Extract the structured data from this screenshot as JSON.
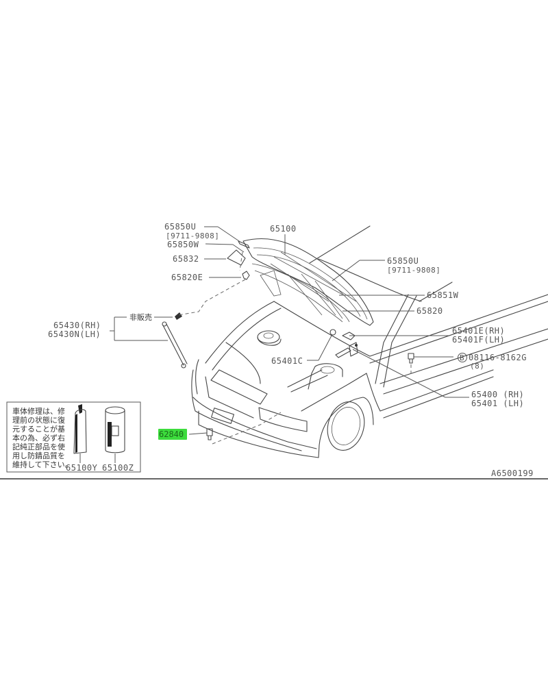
{
  "diagram": {
    "title_code": "A6500199",
    "subject": "Hood panel, hinges, stays and fittings — exploded parts diagram",
    "callouts": [
      {
        "id": "65850U-left",
        "part": "65850U",
        "note": "[9711-9808]"
      },
      {
        "id": "65850W",
        "part": "65850W",
        "note": ""
      },
      {
        "id": "65832",
        "part": "65832",
        "note": ""
      },
      {
        "id": "65820E",
        "part": "65820E",
        "note": ""
      },
      {
        "id": "65100",
        "part": "65100",
        "note": ""
      },
      {
        "id": "65850U-right",
        "part": "65850U",
        "note": "[9711-9808]"
      },
      {
        "id": "65851W",
        "part": "65851W",
        "note": ""
      },
      {
        "id": "65820",
        "part": "65820",
        "note": ""
      },
      {
        "id": "65430",
        "part": "65430(RH)",
        "note": ""
      },
      {
        "id": "65430N",
        "part": "65430N(LH)",
        "note": ""
      },
      {
        "id": "not-for-sale",
        "part": "非販売",
        "note": ""
      },
      {
        "id": "65401E",
        "part": "65401E(RH)",
        "note": ""
      },
      {
        "id": "65401F",
        "part": "65401F(LH)",
        "note": ""
      },
      {
        "id": "65401C",
        "part": "65401C",
        "note": ""
      },
      {
        "id": "bolt",
        "part": "08116-8162G",
        "note": "(8)",
        "symbol": "B"
      },
      {
        "id": "65400",
        "part": "65400 (RH)",
        "note": ""
      },
      {
        "id": "65401",
        "part": "65401 (LH)",
        "note": ""
      },
      {
        "id": "62840",
        "part": "62840",
        "note": "",
        "highlighted": true
      }
    ],
    "notice_box": {
      "lines": [
        "車体修理は、修",
        "理前の状態に復",
        "元することが基",
        "本の為、必ず右",
        "記純正部品を使",
        "用し防錆品質を",
        "維持して下さい。"
      ],
      "items": [
        {
          "part": "65100Y",
          "kind": "tube"
        },
        {
          "part": "65100Z",
          "kind": "spray-can"
        }
      ]
    },
    "colors": {
      "line": "#555555",
      "highlight": "#3ddc3d",
      "background": "#ffffff"
    }
  }
}
